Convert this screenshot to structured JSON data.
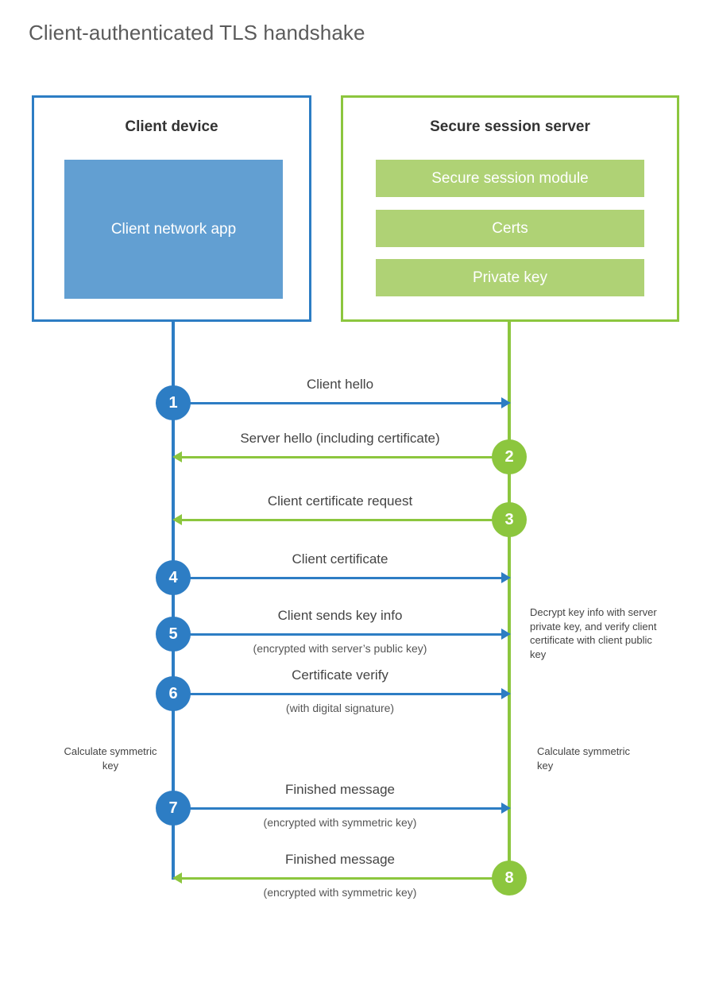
{
  "title": "Client-authenticated TLS handshake",
  "colors": {
    "client_accent": "#2D7DC4",
    "client_fill": "#629FD2",
    "server_accent": "#8CC63E",
    "server_fill": "#AFD275",
    "text": "#444444",
    "title_text": "#5b5b5b",
    "background": "#ffffff"
  },
  "client": {
    "title": "Client device",
    "app_label": "Client network app"
  },
  "server": {
    "title": "Secure session server",
    "modules": [
      {
        "label": "Secure session module"
      },
      {
        "label": "Certs"
      },
      {
        "label": "Private key"
      }
    ]
  },
  "steps": [
    {
      "number": "1",
      "label": "Client hello",
      "sublabel": "",
      "direction": "client-to-server",
      "badge_side": "client"
    },
    {
      "number": "2",
      "label": "Server hello (including certificate)",
      "sublabel": "",
      "direction": "server-to-client",
      "badge_side": "server"
    },
    {
      "number": "3",
      "label": "Client certificate request",
      "sublabel": "",
      "direction": "server-to-client",
      "badge_side": "server"
    },
    {
      "number": "4",
      "label": "Client certificate",
      "sublabel": "",
      "direction": "client-to-server",
      "badge_side": "client"
    },
    {
      "number": "5",
      "label": "Client sends key info",
      "sublabel": "(encrypted with server’s public key)",
      "direction": "client-to-server",
      "badge_side": "client"
    },
    {
      "number": "6",
      "label": "Certificate verify",
      "sublabel": "(with digital signature)",
      "direction": "client-to-server",
      "badge_side": "client"
    },
    {
      "number": "7",
      "label": "Finished message",
      "sublabel": "(encrypted with symmetric key)",
      "direction": "client-to-server",
      "badge_side": "client"
    },
    {
      "number": "8",
      "label": "Finished message",
      "sublabel": "(encrypted with symmetric key)",
      "direction": "server-to-client",
      "badge_side": "server"
    }
  ],
  "notes": {
    "server_decrypt": "Decrypt key info with server private key, and verify client certificate with client public key",
    "client_symmetric_key": "Calculate symmetric key",
    "server_symmetric_key": "Calculate symmetric key"
  }
}
